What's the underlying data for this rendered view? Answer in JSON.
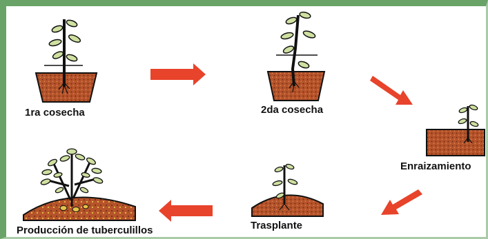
{
  "diagram": {
    "steps": [
      {
        "id": "first-harvest",
        "label": "1ra cosecha"
      },
      {
        "id": "second-harvest",
        "label": "2da cosecha"
      },
      {
        "id": "rooting",
        "label": "Enraizamiento"
      },
      {
        "id": "transplant",
        "label": "Trasplante"
      },
      {
        "id": "tuberlet-production",
        "label": "Producción de tuberculillos"
      }
    ]
  },
  "colors": {
    "arrow": "#e8432b",
    "soil": "#b5532a",
    "stem": "#111111",
    "leaf": "#cfe0a0",
    "frame": "#6aa368"
  }
}
